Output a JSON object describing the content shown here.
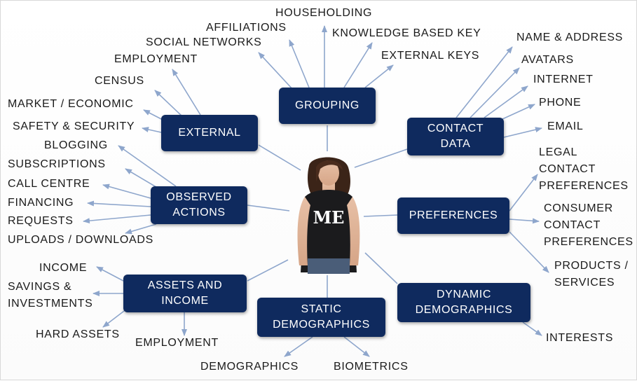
{
  "hubs": [
    {
      "id": "grouping",
      "label": "GROUPING"
    },
    {
      "id": "external",
      "label": "EXTERNAL"
    },
    {
      "id": "contact_data",
      "label": "CONTACT\nDATA"
    },
    {
      "id": "observed_actions",
      "label": "OBSERVED\nACTIONS"
    },
    {
      "id": "preferences",
      "label": "PREFERENCES"
    },
    {
      "id": "assets_income",
      "label": "ASSETS AND\nINCOME"
    },
    {
      "id": "static_demographics",
      "label": "STATIC\nDEMOGRAPHICS"
    },
    {
      "id": "dynamic_demographics",
      "label": "DYNAMIC\nDEMOGRAPHICS"
    }
  ],
  "center": {
    "shirt_text": "ME"
  },
  "leaves": {
    "grouping": [
      "HOUSEHOLDING",
      "AFFILIATIONS",
      "SOCIAL NETWORKS",
      "KNOWLEDGE BASED KEY",
      "EXTERNAL KEYS"
    ],
    "external": [
      "EMPLOYMENT",
      "CENSUS",
      "MARKET / ECONOMIC",
      "SAFETY & SECURITY"
    ],
    "contact_data": [
      "NAME & ADDRESS",
      "AVATARS",
      "INTERNET",
      "PHONE",
      "EMAIL"
    ],
    "observed_actions": [
      "BLOGGING",
      "SUBSCRIPTIONS",
      "CALL CENTRE",
      "FINANCING",
      "REQUESTS",
      "UPLOADS / DOWNLOADS"
    ],
    "preferences": [
      "LEGAL\nCONTACT\nPREFERENCES",
      "CONSUMER\nCONTACT\nPREFERENCES",
      "PRODUCTS /\nSERVICES"
    ],
    "assets_income": [
      "INCOME",
      "SAVINGS &\nINVESTMENTS",
      "HARD ASSETS",
      "EMPLOYMENT"
    ],
    "static_demographics": [
      "DEMOGRAPHICS",
      "BIOMETRICS"
    ],
    "dynamic_demographics": [
      "INTERESTS"
    ]
  },
  "colors": {
    "hub_fill": "#0f2a5e",
    "hub_text": "#ffffff",
    "arrow": "#8ea6cc",
    "leaf_text": "#1a1a1a"
  }
}
